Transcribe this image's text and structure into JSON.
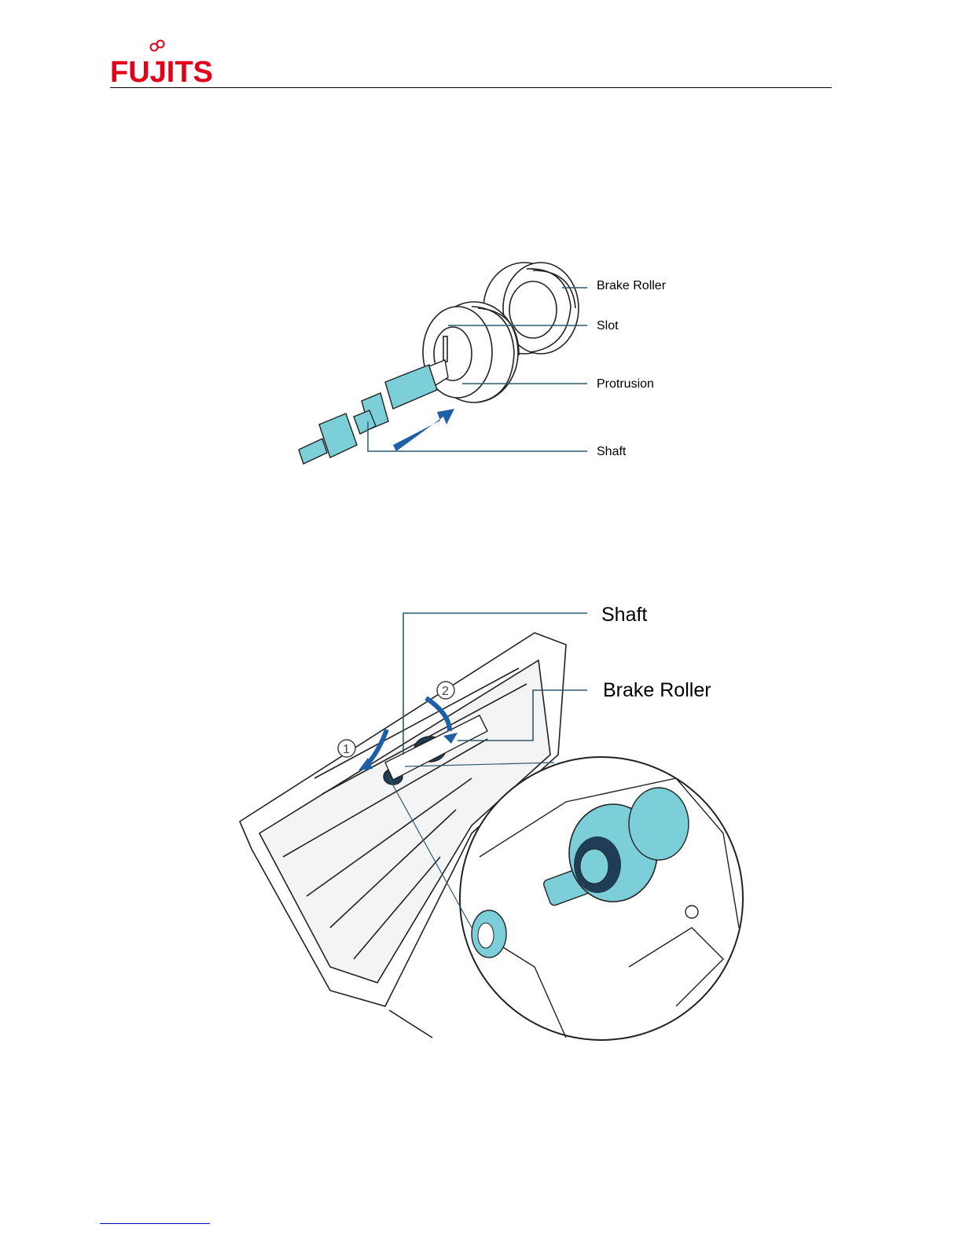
{
  "header": {
    "logo_text": "FUJITSU",
    "brand_color": "#e2001a"
  },
  "figure1": {
    "labels": {
      "brake_roller": "Brake Roller",
      "slot": "Slot",
      "protrusion": "Protrusion",
      "shaft": "Shaft"
    }
  },
  "figure2": {
    "labels": {
      "shaft": "Shaft",
      "brake_roller": "Brake Roller"
    },
    "steps": [
      "1",
      "2"
    ]
  },
  "colors": {
    "part_fill": "#7ccfd8",
    "arrow": "#1e5fa8",
    "leader": "#2d5a70"
  }
}
